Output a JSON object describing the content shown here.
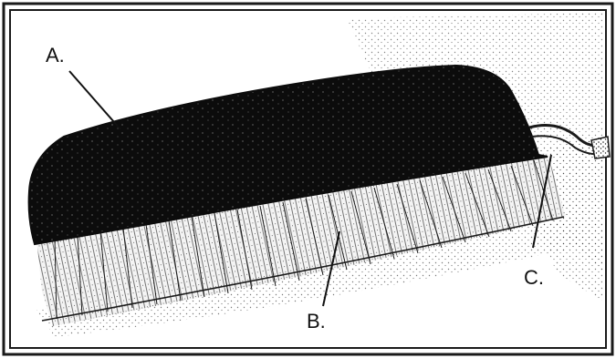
{
  "labels": {
    "a": "A.",
    "b": "B.",
    "c": "C."
  },
  "colors": {
    "ink": "#111111",
    "paper": "#ffffff",
    "frame": "#1a1a1a"
  }
}
